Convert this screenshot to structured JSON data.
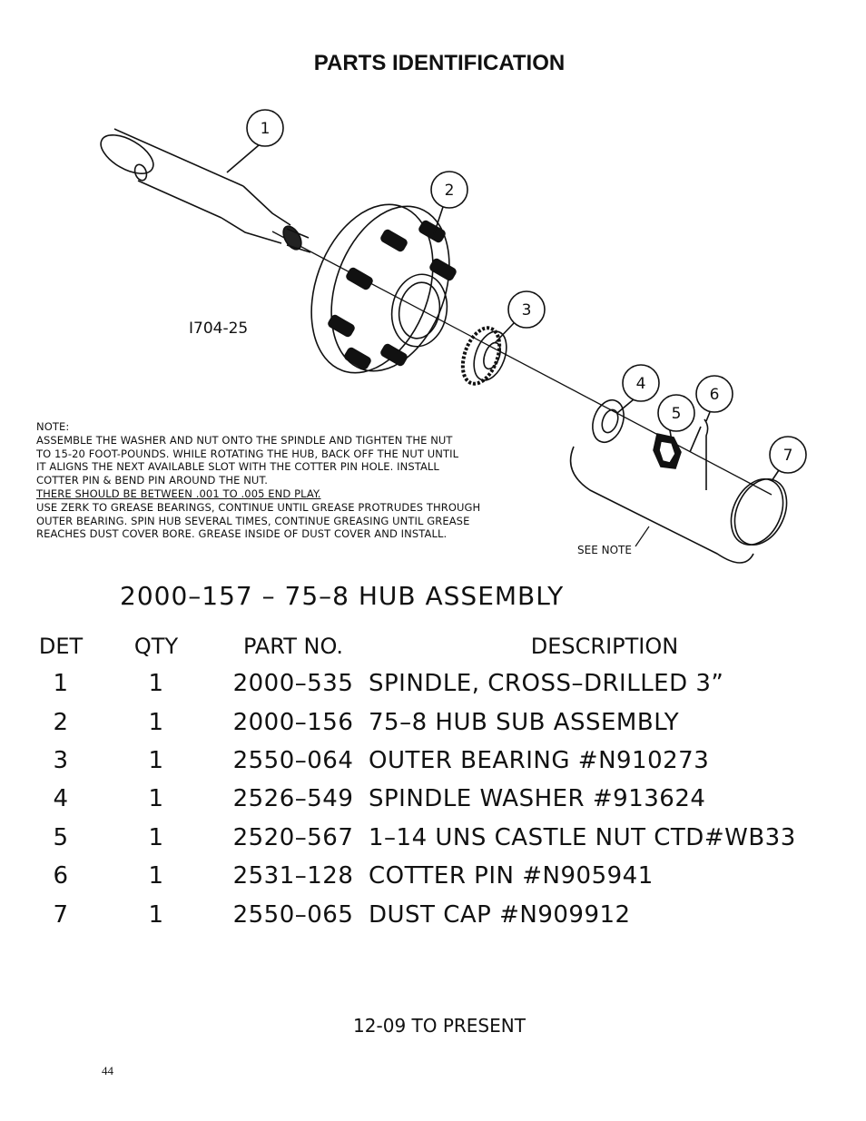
{
  "page_title": "PARTS IDENTIFICATION",
  "drawing_number": "I704-25",
  "callouts": [
    "1",
    "2",
    "3",
    "4",
    "5",
    "6",
    "7"
  ],
  "see_note": "SEE NOTE",
  "note": {
    "heading": "NOTE:",
    "lines": [
      "ASSEMBLE THE WASHER AND NUT ONTO THE SPINDLE AND TIGHTEN THE NUT",
      "TO 15-20 FOOT-POUNDS.  WHILE ROTATING THE HUB, BACK OFF THE NUT UNTIL",
      "IT ALIGNS THE NEXT AVAILABLE SLOT WITH THE COTTER PIN HOLE.  INSTALL",
      "COTTER PIN & BEND PIN AROUND THE NUT."
    ],
    "underlined": "THERE SHOULD BE BETWEEN .001 TO .005 END PLAY.",
    "lines2": [
      "USE ZERK TO GREASE BEARINGS, CONTINUE UNTIL GREASE PROTRUDES THROUGH",
      "OUTER BEARING.  SPIN HUB SEVERAL TIMES, CONTINUE GREASING UNTIL GREASE",
      "REACHES DUST COVER BORE.  GREASE INSIDE OF DUST COVER AND INSTALL."
    ]
  },
  "assembly_title": "2000–157  –  75–8 HUB ASSEMBLY",
  "table": {
    "headers": [
      "DET",
      "QTY",
      "PART NO.",
      "DESCRIPTION"
    ],
    "rows": [
      {
        "det": "1",
        "qty": "1",
        "part": "2000–535",
        "desc": "SPINDLE, CROSS–DRILLED 3”"
      },
      {
        "det": "2",
        "qty": "1",
        "part": "2000–156",
        "desc": "75–8 HUB SUB ASSEMBLY"
      },
      {
        "det": "3",
        "qty": "1",
        "part": "2550–064",
        "desc": "OUTER BEARING #N910273"
      },
      {
        "det": "4",
        "qty": "1",
        "part": "2526–549",
        "desc": "SPINDLE WASHER #913624"
      },
      {
        "det": "5",
        "qty": "1",
        "part": "2520–567",
        "desc": "1–14 UNS CASTLE NUT CTD#WB33"
      },
      {
        "det": "6",
        "qty": "1",
        "part": "2531–128",
        "desc": "COTTER PIN #N905941"
      },
      {
        "det": "7",
        "qty": "1",
        "part": "2550–065",
        "desc": "DUST CAP #N909912"
      }
    ]
  },
  "footer": "12-09 TO PRESENT",
  "page_number": "44"
}
